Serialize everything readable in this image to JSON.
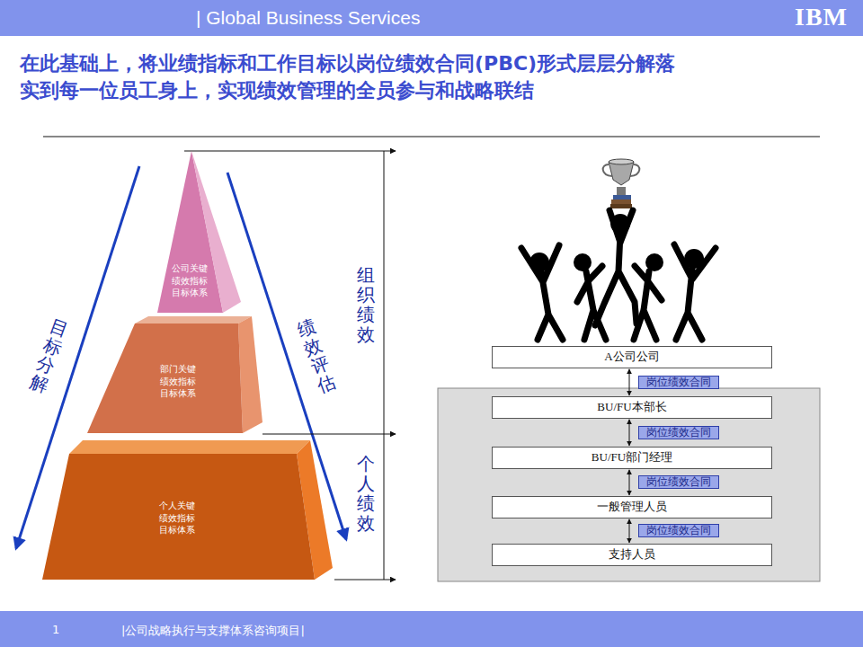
{
  "diagram": {
    "title": "在此基础上，将业绩指标和工作目标以岗位绩效合同(PBC)形式层层分解落 实到每一位员工身上，实现绩效管理的全员参与和战略联结",
    "nodes": [
      {
        "text": [
          "公司关键 绩效指标 目标体系"
        ]
      },
      {
        "text": [
          "部门关键 绩效指标 目标体系"
        ]
      },
      {
        "text": [
          "个人关键 绩效指标 目标体系"
        ]
      },
      {
        "text": [
          "A公司公司"
        ]
      },
      {
        "text": [
          "BU/FU本部长"
        ]
      },
      {
        "text": [
          "BU/FU部门经理"
        ]
      },
      {
        "text": [
          "一般管理人员"
        ]
      },
      {
        "text": [
          "支持人员"
        ]
      }
    ],
    "edges": [
      {
        "from": 3,
        "to": 4,
        "arrow": "both",
        "label": "岗位绩效合同"
      },
      {
        "from": 4,
        "to": 5,
        "arrow": "both",
        "label": "岗位绩效合同"
      },
      {
        "from": 5,
        "to": 6,
        "arrow": "both",
        "label": "岗位绩效合同"
      },
      {
        "from": 6,
        "to": 7,
        "arrow": "both",
        "label": "岗位绩效合同"
      }
    ],
    "labels": [
      "| Global Business Services",
      "IBM",
      "目标分解",
      "绩效评估",
      "组织绩效",
      "个人绩效",
      "1",
      "|公司战略执行与支撑体系咨询项目|"
    ]
  }
}
